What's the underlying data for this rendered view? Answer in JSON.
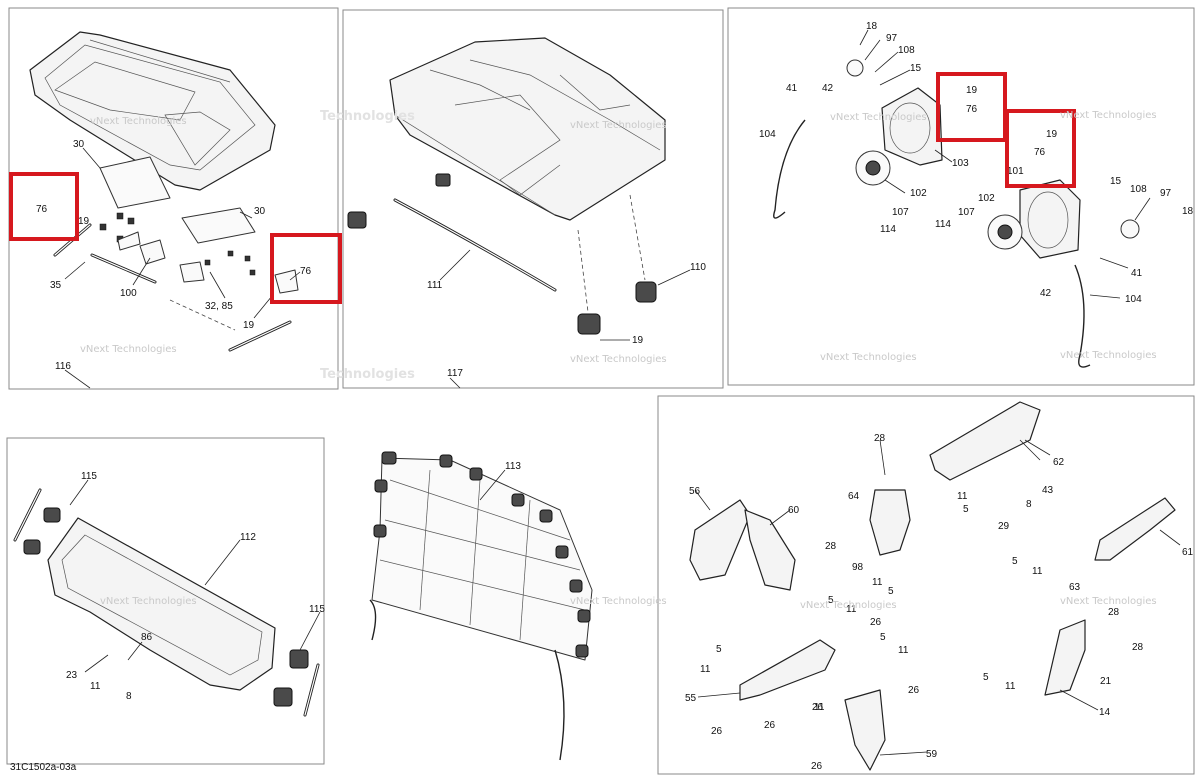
{
  "diagram_code": "31C1502a-03a",
  "watermark": {
    "line1": "vNext Technologies",
    "line2a": "vNext",
    "line2b": "Technologies"
  },
  "callout_color": "#d6181e",
  "panels": {
    "a": {
      "label": "116"
    },
    "b": {
      "label": "117"
    }
  },
  "callouts": {
    "a": [
      "30",
      "76",
      "19",
      "35",
      "100",
      "30",
      "76",
      "32, 85",
      "19"
    ],
    "b": [
      "111",
      "110",
      "19"
    ],
    "c": [
      "18",
      "97",
      "108",
      "15",
      "41",
      "42",
      "19",
      "76",
      "104",
      "103",
      "19",
      "76",
      "102",
      "101",
      "107",
      "114",
      "15",
      "108",
      "97",
      "18",
      "114",
      "107",
      "102",
      "41",
      "42",
      "104"
    ],
    "d": [
      "115",
      "112",
      "86",
      "23",
      "11",
      "8",
      "115"
    ],
    "e": [
      "113"
    ],
    "f": [
      "28",
      "62",
      "56",
      "60",
      "64",
      "11",
      "5",
      "43",
      "8",
      "28",
      "29",
      "98",
      "61",
      "11",
      "5",
      "5",
      "11",
      "63",
      "5",
      "11",
      "26",
      "28",
      "5",
      "5",
      "11",
      "28",
      "11",
      "26",
      "5",
      "11",
      "21",
      "55",
      "26",
      "26",
      "11",
      "26",
      "14",
      "59",
      "26"
    ]
  }
}
